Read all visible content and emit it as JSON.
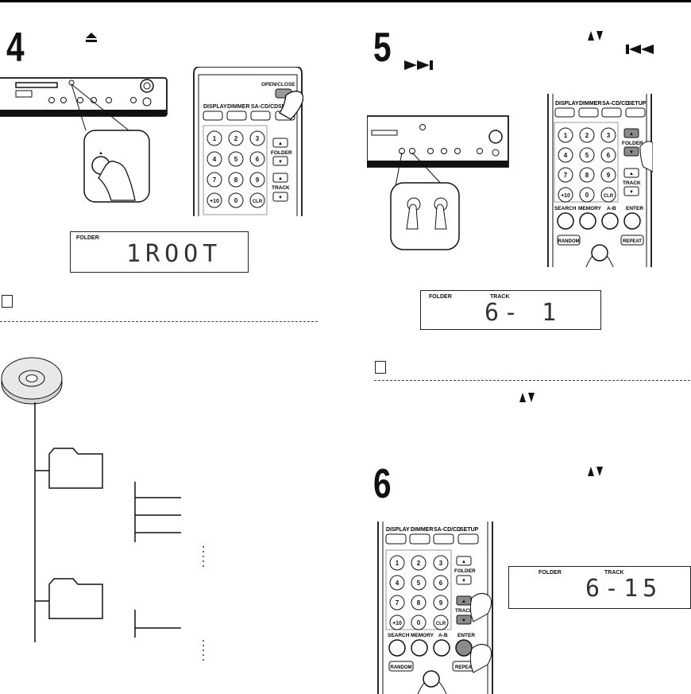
{
  "steps": {
    "s4": {
      "number": "4",
      "icon": "eject-icon"
    },
    "s5": {
      "number": "5",
      "icons": [
        "up-down-arrows-icon",
        "skip-back-icon",
        "skip-forward-icon"
      ]
    },
    "s6": {
      "number": "6",
      "icon": "up-down-arrows-icon"
    }
  },
  "player": {
    "eject_label": "▲",
    "s4_remote_top_label": "OPEN/CLOSE"
  },
  "remote": {
    "buttons_top": [
      "DISPLAY",
      "DIMMER",
      "SA-CD/CD",
      "SETUP"
    ],
    "digits": [
      "1",
      "2",
      "3",
      "4",
      "5",
      "6",
      "7",
      "8",
      "9",
      "+10",
      "0",
      "CLR"
    ],
    "folder_label": "FOLDER",
    "track_label": "TRACK",
    "search": "SEARCH",
    "memory": "MEMORY",
    "ab": "A-B",
    "enter": "ENTER",
    "random": "RANDOM",
    "repeat": "REPEAT",
    "up": "▲",
    "down": "▼"
  },
  "displays": {
    "d4": {
      "label1": "FOLDER",
      "segments": "1ROOT"
    },
    "d5": {
      "label1": "FOLDER",
      "label2": "TRACK",
      "segments": "6- 1"
    },
    "d6": {
      "label1": "FOLDER",
      "label2": "TRACK",
      "segments": "6-15"
    }
  },
  "colors": {
    "line": "#111111",
    "grey_button": "#8a8a8a",
    "display_text": "#333333"
  }
}
